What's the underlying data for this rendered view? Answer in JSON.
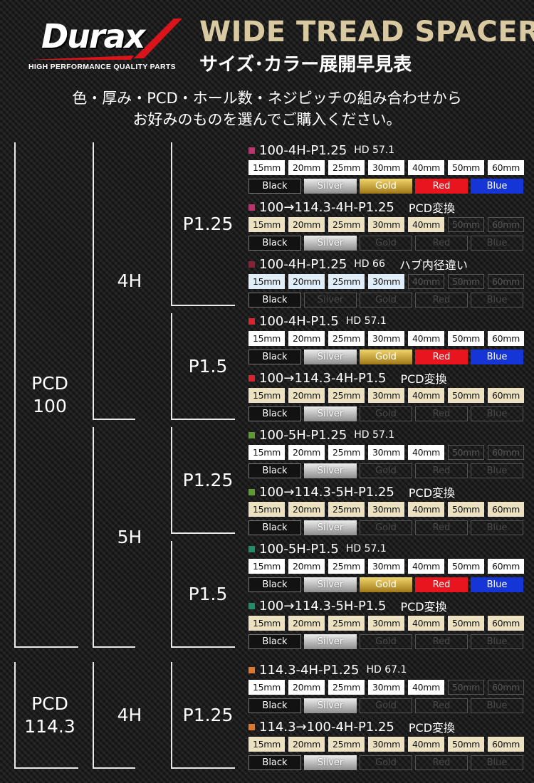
{
  "header": {
    "logo_text": "Durax",
    "logo_tagline": "HIGH PERFORMANCE QUALITY PARTS",
    "title": "WIDE TREAD SPACER",
    "subtitle": "サイズ･カラー展開早見表",
    "intro_line1": "色・厚み・PCD・ホール数・ネジピッチの組み合わせから",
    "intro_line2": "お好みのものを選んでご購入ください。"
  },
  "colors": {
    "brand_red": "#d9141b",
    "title_gold": "#d8c9a1",
    "chip_cream": "#ece1c1",
    "chip_light_blue": "#dfeef8",
    "swatch_gold": "#c9a43a",
    "swatch_red": "#e8141e",
    "swatch_blue": "#1535d6"
  },
  "pcd_groups": [
    {
      "label_line1": "PCD",
      "label_line2": "100"
    },
    {
      "label_line1": "PCD",
      "label_line2": "114.3"
    }
  ],
  "hole_groups": [
    {
      "label": "4H"
    },
    {
      "label": "5H"
    },
    {
      "label": "4H"
    }
  ],
  "pitch_groups": [
    {
      "label": "P1.25"
    },
    {
      "label": "P1.5"
    },
    {
      "label": "P1.25"
    },
    {
      "label": "P1.5"
    },
    {
      "label": "P1.25"
    }
  ],
  "products": [
    {
      "code": "100-4H-P1.25",
      "hd": "HD 57.1",
      "note": "",
      "marker_color": "#c2306e",
      "sizes": [
        {
          "label": "15mm",
          "style": "white"
        },
        {
          "label": "20mm",
          "style": "white"
        },
        {
          "label": "25mm",
          "style": "white"
        },
        {
          "label": "30mm",
          "style": "white"
        },
        {
          "label": "40mm",
          "style": "white"
        },
        {
          "label": "50mm",
          "style": "white"
        },
        {
          "label": "60mm",
          "style": "white"
        }
      ],
      "colors": [
        {
          "label": "Black",
          "style": "black"
        },
        {
          "label": "Silver",
          "style": "silver"
        },
        {
          "label": "Gold",
          "style": "gold"
        },
        {
          "label": "Red",
          "style": "red"
        },
        {
          "label": "Blue",
          "style": "blue"
        }
      ]
    },
    {
      "code": "100→114.3-4H-P1.25",
      "hd": "",
      "note": "PCD変換",
      "marker_color": "#c2306e",
      "sizes": [
        {
          "label": "15mm",
          "style": "cream"
        },
        {
          "label": "20mm",
          "style": "cream"
        },
        {
          "label": "25mm",
          "style": "cream"
        },
        {
          "label": "30mm",
          "style": "cream"
        },
        {
          "label": "40mm",
          "style": "cream"
        },
        {
          "label": "50mm",
          "style": "off"
        },
        {
          "label": "60mm",
          "style": "off"
        }
      ],
      "colors": [
        {
          "label": "Black",
          "style": "black"
        },
        {
          "label": "Silver",
          "style": "silver"
        },
        {
          "label": "Gold",
          "style": "off"
        },
        {
          "label": "Red",
          "style": "off"
        },
        {
          "label": "Blue",
          "style": "off"
        }
      ]
    },
    {
      "code": "100-4H-P1.25",
      "hd": "HD 66",
      "note": "ハブ内径違い",
      "marker_color": "#8a1f35",
      "sizes": [
        {
          "label": "15mm",
          "style": "blue"
        },
        {
          "label": "20mm",
          "style": "blue"
        },
        {
          "label": "25mm",
          "style": "blue"
        },
        {
          "label": "30mm",
          "style": "blue"
        },
        {
          "label": "40mm",
          "style": "off"
        },
        {
          "label": "50mm",
          "style": "off"
        },
        {
          "label": "60mm",
          "style": "off"
        }
      ],
      "colors": [
        {
          "label": "Black",
          "style": "black"
        },
        {
          "label": "Silver",
          "style": "off"
        },
        {
          "label": "Gold",
          "style": "off"
        },
        {
          "label": "Red",
          "style": "off"
        },
        {
          "label": "Blue",
          "style": "off"
        }
      ]
    },
    {
      "code": "100-4H-P1.5",
      "hd": "HD 57.1",
      "note": "",
      "marker_color": "#d92330",
      "sizes": [
        {
          "label": "15mm",
          "style": "white"
        },
        {
          "label": "20mm",
          "style": "white"
        },
        {
          "label": "25mm",
          "style": "white"
        },
        {
          "label": "30mm",
          "style": "white"
        },
        {
          "label": "40mm",
          "style": "white"
        },
        {
          "label": "50mm",
          "style": "white"
        },
        {
          "label": "60mm",
          "style": "white"
        }
      ],
      "colors": [
        {
          "label": "Black",
          "style": "black"
        },
        {
          "label": "Silver",
          "style": "silver"
        },
        {
          "label": "Gold",
          "style": "gold"
        },
        {
          "label": "Red",
          "style": "red"
        },
        {
          "label": "Blue",
          "style": "blue"
        }
      ]
    },
    {
      "code": "100→114.3-4H-P1.5",
      "hd": "",
      "note": "PCD変換",
      "marker_color": "#d92330",
      "sizes": [
        {
          "label": "15mm",
          "style": "cream"
        },
        {
          "label": "20mm",
          "style": "cream"
        },
        {
          "label": "25mm",
          "style": "cream"
        },
        {
          "label": "30mm",
          "style": "cream"
        },
        {
          "label": "40mm",
          "style": "cream"
        },
        {
          "label": "50mm",
          "style": "cream"
        },
        {
          "label": "60mm",
          "style": "cream"
        }
      ],
      "colors": [
        {
          "label": "Black",
          "style": "black"
        },
        {
          "label": "Silver",
          "style": "silver"
        },
        {
          "label": "Gold",
          "style": "off"
        },
        {
          "label": "Red",
          "style": "off"
        },
        {
          "label": "Blue",
          "style": "off"
        }
      ]
    },
    {
      "code": "100-5H-P1.25",
      "hd": "HD 57.1",
      "note": "",
      "marker_color": "#5f9a2f",
      "sizes": [
        {
          "label": "15mm",
          "style": "white"
        },
        {
          "label": "20mm",
          "style": "white"
        },
        {
          "label": "25mm",
          "style": "white"
        },
        {
          "label": "30mm",
          "style": "white"
        },
        {
          "label": "40mm",
          "style": "white"
        },
        {
          "label": "50mm",
          "style": "off"
        },
        {
          "label": "60mm",
          "style": "off"
        }
      ],
      "colors": [
        {
          "label": "Black",
          "style": "black"
        },
        {
          "label": "Silver",
          "style": "silver"
        },
        {
          "label": "Gold",
          "style": "off"
        },
        {
          "label": "Red",
          "style": "off"
        },
        {
          "label": "Blue",
          "style": "off"
        }
      ]
    },
    {
      "code": "100→114.3-5H-P1.25",
      "hd": "",
      "note": "PCD変換",
      "marker_color": "#5f9a2f",
      "sizes": [
        {
          "label": "15mm",
          "style": "cream"
        },
        {
          "label": "20mm",
          "style": "cream"
        },
        {
          "label": "25mm",
          "style": "cream"
        },
        {
          "label": "30mm",
          "style": "cream"
        },
        {
          "label": "40mm",
          "style": "cream"
        },
        {
          "label": "50mm",
          "style": "cream"
        },
        {
          "label": "60mm",
          "style": "cream"
        }
      ],
      "colors": [
        {
          "label": "Black",
          "style": "black"
        },
        {
          "label": "Silver",
          "style": "silver"
        },
        {
          "label": "Gold",
          "style": "off"
        },
        {
          "label": "Red",
          "style": "off"
        },
        {
          "label": "Blue",
          "style": "off"
        }
      ]
    },
    {
      "code": "100-5H-P1.5",
      "hd": "HD 57.1",
      "note": "",
      "marker_color": "#1f8f6a",
      "sizes": [
        {
          "label": "15mm",
          "style": "white"
        },
        {
          "label": "20mm",
          "style": "white"
        },
        {
          "label": "25mm",
          "style": "white"
        },
        {
          "label": "30mm",
          "style": "white"
        },
        {
          "label": "40mm",
          "style": "white"
        },
        {
          "label": "50mm",
          "style": "white"
        },
        {
          "label": "60mm",
          "style": "white"
        }
      ],
      "colors": [
        {
          "label": "Black",
          "style": "black"
        },
        {
          "label": "Silver",
          "style": "silver"
        },
        {
          "label": "Gold",
          "style": "gold"
        },
        {
          "label": "Red",
          "style": "red"
        },
        {
          "label": "Blue",
          "style": "blue"
        }
      ]
    },
    {
      "code": "100→114.3-5H-P1.5",
      "hd": "",
      "note": "PCD変換",
      "marker_color": "#1f8f6a",
      "sizes": [
        {
          "label": "15mm",
          "style": "cream"
        },
        {
          "label": "20mm",
          "style": "cream"
        },
        {
          "label": "25mm",
          "style": "cream"
        },
        {
          "label": "30mm",
          "style": "cream"
        },
        {
          "label": "40mm",
          "style": "cream"
        },
        {
          "label": "50mm",
          "style": "cream"
        },
        {
          "label": "60mm",
          "style": "cream"
        }
      ],
      "colors": [
        {
          "label": "Black",
          "style": "black"
        },
        {
          "label": "Silver",
          "style": "silver"
        },
        {
          "label": "Gold",
          "style": "off"
        },
        {
          "label": "Red",
          "style": "off"
        },
        {
          "label": "Blue",
          "style": "off"
        }
      ]
    },
    {
      "code": "114.3-4H-P1.25",
      "hd": "HD 67.1",
      "note": "",
      "marker_color": "#e0762a",
      "sizes": [
        {
          "label": "15mm",
          "style": "white"
        },
        {
          "label": "20mm",
          "style": "white"
        },
        {
          "label": "25mm",
          "style": "white"
        },
        {
          "label": "30mm",
          "style": "white"
        },
        {
          "label": "40mm",
          "style": "white"
        },
        {
          "label": "50mm",
          "style": "off"
        },
        {
          "label": "60mm",
          "style": "off"
        }
      ],
      "colors": [
        {
          "label": "Black",
          "style": "black"
        },
        {
          "label": "Silver",
          "style": "silver"
        },
        {
          "label": "Gold",
          "style": "off"
        },
        {
          "label": "Red",
          "style": "off"
        },
        {
          "label": "Blue",
          "style": "off"
        }
      ]
    },
    {
      "code": "114.3→100-4H-P1.25",
      "hd": "",
      "note": "PCD変換",
      "marker_color": "#e0762a",
      "sizes": [
        {
          "label": "15mm",
          "style": "cream"
        },
        {
          "label": "20mm",
          "style": "cream"
        },
        {
          "label": "25mm",
          "style": "cream"
        },
        {
          "label": "30mm",
          "style": "cream"
        },
        {
          "label": "40mm",
          "style": "cream"
        },
        {
          "label": "50mm",
          "style": "cream"
        },
        {
          "label": "60mm",
          "style": "cream"
        }
      ],
      "colors": [
        {
          "label": "Black",
          "style": "black"
        },
        {
          "label": "Silver",
          "style": "silver"
        },
        {
          "label": "Gold",
          "style": "off"
        },
        {
          "label": "Red",
          "style": "off"
        },
        {
          "label": "Blue",
          "style": "off"
        }
      ]
    }
  ]
}
